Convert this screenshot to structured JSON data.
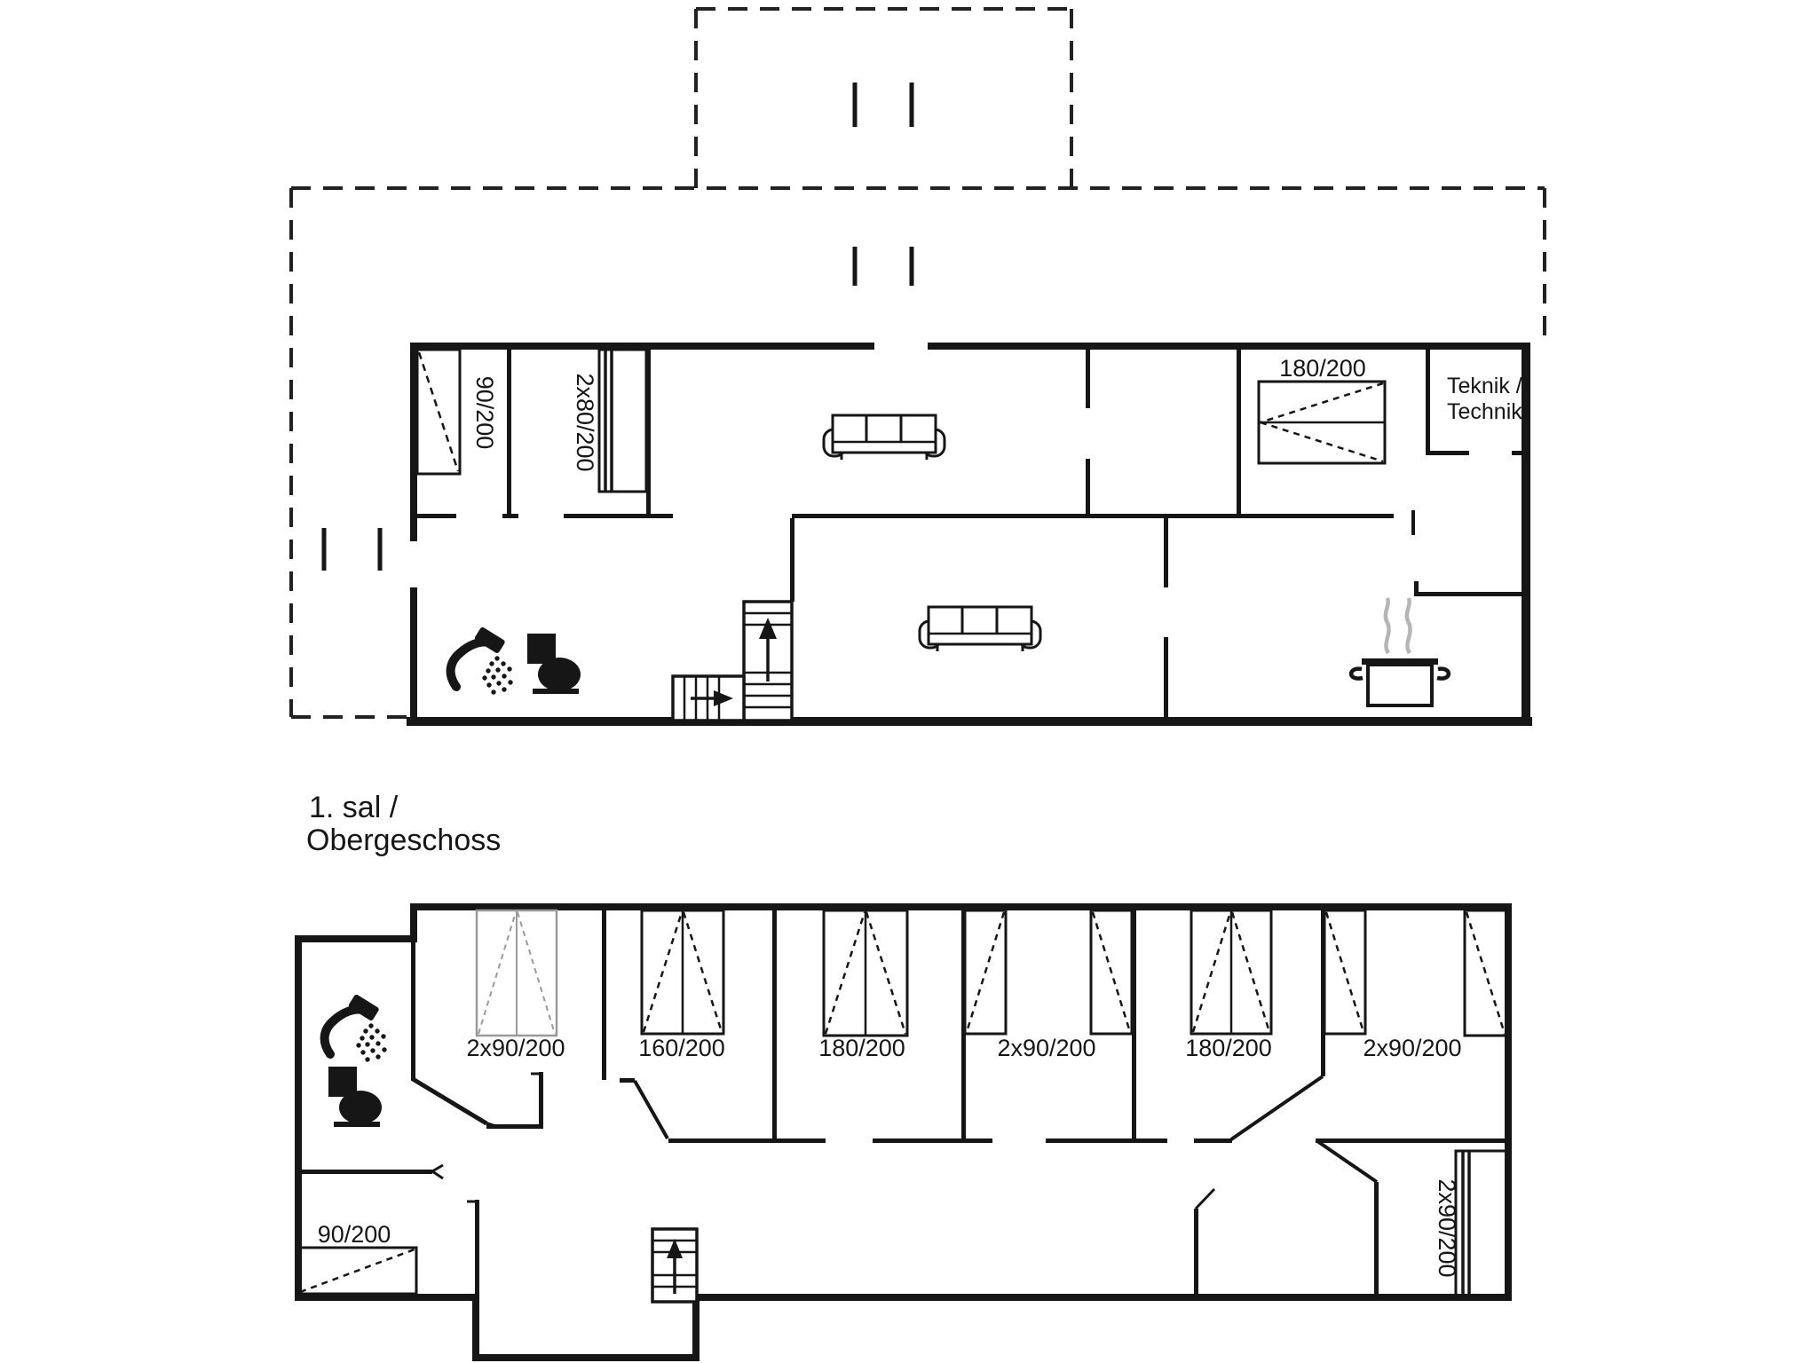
{
  "floor_label": {
    "line1": "1. sal /",
    "line2": "Obergeschoss"
  },
  "ground_floor": {
    "beds": [
      {
        "label": "90/200",
        "type": "single-bed",
        "orientation": "vertical-label"
      },
      {
        "label": "2x80/200",
        "type": "bunk-bed",
        "orientation": "vertical-label"
      },
      {
        "label": "180/200",
        "type": "double-bed",
        "orientation": "horizontal-label"
      }
    ],
    "technik_room": {
      "line1": "Teknik /",
      "line2": "Technik"
    }
  },
  "first_floor": {
    "beds": [
      {
        "label": "2x90/200",
        "type": "double-bed-light"
      },
      {
        "label": "160/200",
        "type": "double-bed"
      },
      {
        "label": "180/200",
        "type": "double-bed"
      },
      {
        "label": "2x90/200",
        "type": "two-single-beds"
      },
      {
        "label": "180/200",
        "type": "double-bed"
      },
      {
        "label": "2x90/200",
        "type": "two-single-beds"
      },
      {
        "label": "90/200",
        "type": "single-bed"
      },
      {
        "label": "2x90/200",
        "type": "bunk-bed",
        "orientation": "vertical-label"
      }
    ]
  },
  "icons": [
    "shower-icon",
    "toilet-icon",
    "stairs-up-icon",
    "sofa-icon",
    "cooking-pot-icon"
  ],
  "colors": {
    "line": "#161616",
    "light_bed": "#9a9a9a",
    "steam": "#b5b5b5",
    "background": "#ffffff"
  }
}
